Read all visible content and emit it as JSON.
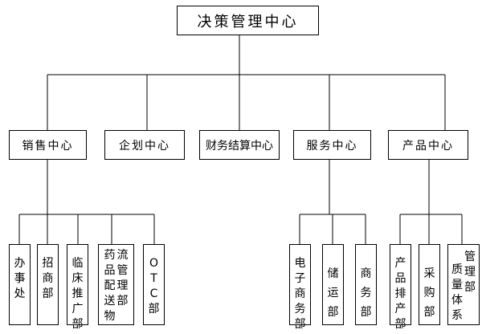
{
  "root": "决策管理中心",
  "centers": {
    "sales": "销售中心",
    "planning": "企划中心",
    "finance": "财务结算中心",
    "service": "服务中心",
    "product": "产品中心"
  },
  "sales_depts": {
    "office": "办事处",
    "recruit": "招商部",
    "clinical": "临床推广部",
    "drug_distribution": "药品配送物",
    "logistics_management": "流管理部",
    "otc": "OTC部"
  },
  "service_depts": {
    "ecommerce": "电子商务部",
    "storage": "储运部",
    "business": "商务部"
  },
  "product_depts": {
    "planning": "产品排产部",
    "purchase": "采购部",
    "quality_system": "质量体系",
    "management": "管理部"
  }
}
